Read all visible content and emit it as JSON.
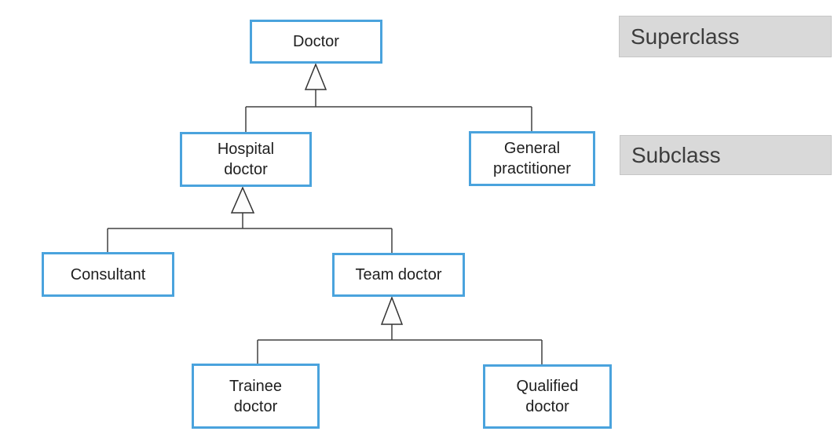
{
  "diagram": {
    "type": "class-hierarchy",
    "nodes": [
      {
        "id": "doctor",
        "label": "Doctor",
        "level": "superclass"
      },
      {
        "id": "hospital-doctor",
        "label": "Hospital\ndoctor",
        "level": "subclass"
      },
      {
        "id": "general-practitioner",
        "label": "General\npractitioner",
        "level": "subclass"
      },
      {
        "id": "consultant",
        "label": "Consultant",
        "level": "subclass"
      },
      {
        "id": "team-doctor",
        "label": "Team doctor",
        "level": "subclass"
      },
      {
        "id": "trainee-doctor",
        "label": "Trainee\ndoctor",
        "level": "subclass"
      },
      {
        "id": "qualified-doctor",
        "label": "Qualified\ndoctor",
        "level": "subclass"
      }
    ],
    "edges": [
      {
        "from": "hospital-doctor",
        "to": "doctor",
        "type": "inheritance"
      },
      {
        "from": "general-practitioner",
        "to": "doctor",
        "type": "inheritance"
      },
      {
        "from": "consultant",
        "to": "hospital-doctor",
        "type": "inheritance"
      },
      {
        "from": "team-doctor",
        "to": "hospital-doctor",
        "type": "inheritance"
      },
      {
        "from": "trainee-doctor",
        "to": "team-doctor",
        "type": "inheritance"
      },
      {
        "from": "qualified-doctor",
        "to": "team-doctor",
        "type": "inheritance"
      }
    ],
    "annotations": [
      {
        "id": "superclass",
        "label": "Superclass"
      },
      {
        "id": "subclass",
        "label": "Subclass"
      }
    ],
    "colors": {
      "node_border": "#4aa3dd",
      "node_fill": "#ffffff",
      "text": "#1f1f1f",
      "annotation_fill": "#d9d9d9",
      "annotation_border": "#c6c6c6",
      "annotation_text": "#3d3d3d",
      "connector": "#404040",
      "arrow_stroke": "#333333",
      "arrow_fill": "#fdfdfd"
    }
  }
}
